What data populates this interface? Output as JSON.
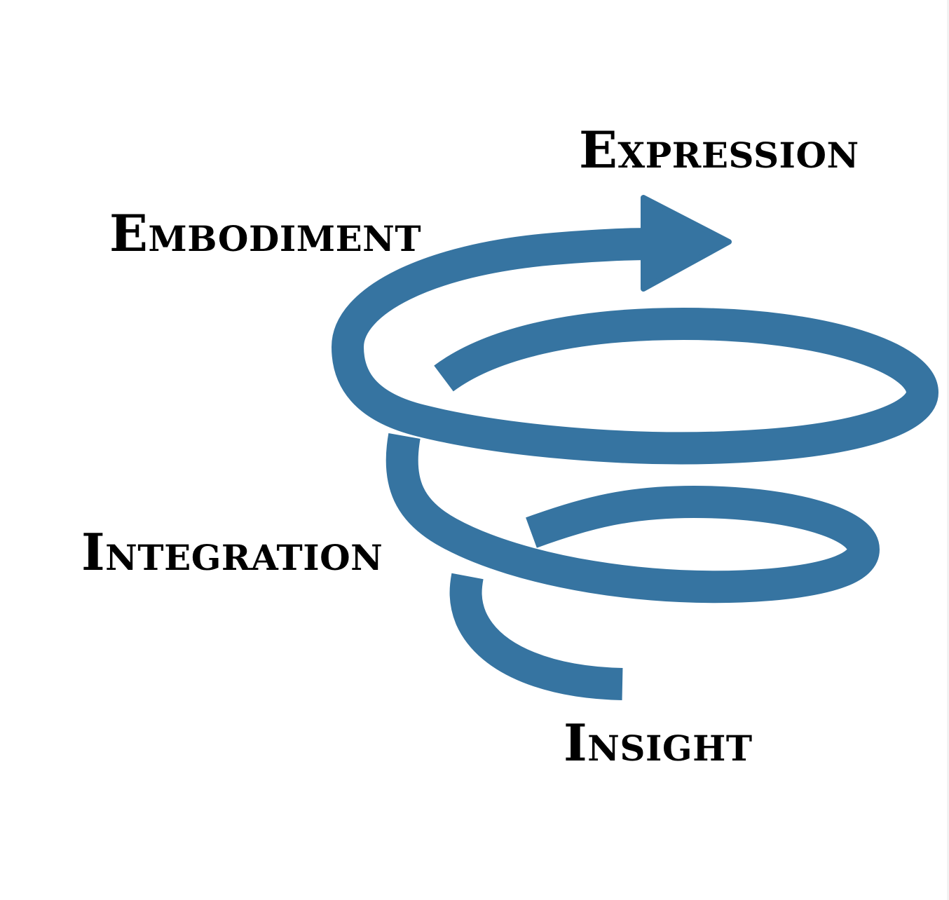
{
  "diagram": {
    "stages": {
      "expression": "Expression",
      "embodiment": "Embodiment",
      "integration": "Integration",
      "insight": "Insight"
    },
    "colors": {
      "spiral": "#3674a1",
      "text": "#000000",
      "background": "#ffffff"
    },
    "icons": {
      "arrow": "arrowhead-right-icon",
      "spiral": "upward-spiral-icon"
    }
  }
}
